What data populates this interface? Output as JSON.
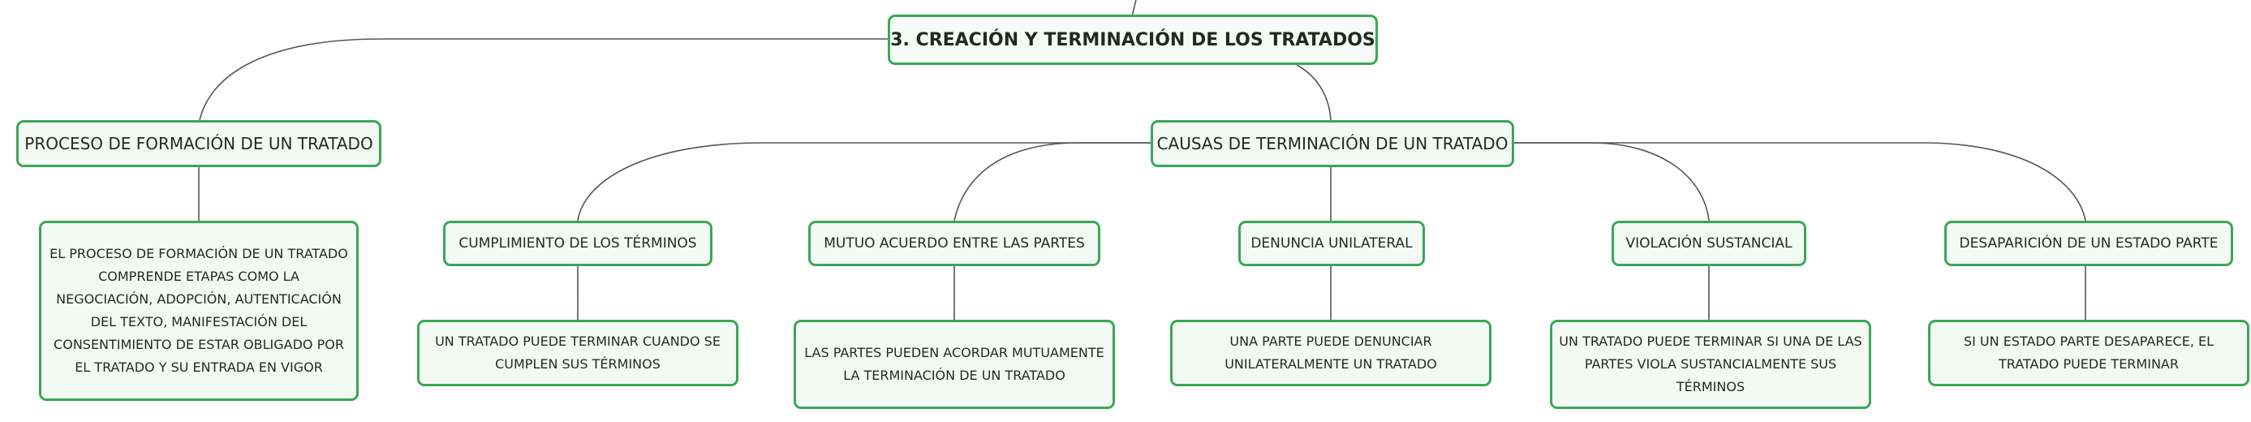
{
  "colors": {
    "border": "#3aa757",
    "fill": "#f3f9f4",
    "line": "#555555"
  },
  "root": {
    "label": "3. CREACIÓN Y TERMINACIÓN DE LOS TRATADOS"
  },
  "process": {
    "label": "PROCESO DE FORMACIÓN DE UN TRATADO",
    "detail": "EL PROCESO DE FORMACIÓN DE UN TRATADO COMPRENDE ETAPAS COMO LA NEGOCIACIÓN, ADOPCIÓN, AUTENTICACIÓN DEL TEXTO, MANIFESTACIÓN DEL CONSENTIMIENTO DE ESTAR OBLIGADO POR EL TRATADO Y SU ENTRADA EN VIGOR"
  },
  "causes": {
    "label": "CAUSAS DE TERMINACIÓN DE UN TRATADO",
    "items": [
      {
        "label": "CUMPLIMIENTO DE LOS TÉRMINOS",
        "detail": "UN TRATADO PUEDE TERMINAR CUANDO SE CUMPLEN SUS TÉRMINOS"
      },
      {
        "label": "MUTUO ACUERDO ENTRE LAS PARTES",
        "detail": "LAS PARTES PUEDEN ACORDAR MUTUAMENTE LA TERMINACIÓN DE UN TRATADO"
      },
      {
        "label": "DENUNCIA UNILATERAL",
        "detail": "UNA PARTE PUEDE DENUNCIAR UNILATERALMENTE UN TRATADO"
      },
      {
        "label": "VIOLACIÓN SUSTANCIAL",
        "detail": "UN TRATADO PUEDE TERMINAR SI UNA DE LAS PARTES VIOLA SUSTANCIALMENTE SUS TÉRMINOS"
      },
      {
        "label": "DESAPARICIÓN DE UN ESTADO PARTE",
        "detail": "SI UN ESTADO PARTE DESAPARECE, EL TRATADO PUEDE TERMINAR"
      }
    ]
  }
}
